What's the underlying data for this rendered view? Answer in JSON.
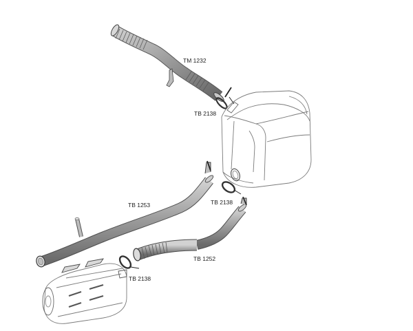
{
  "labels": {
    "tm1232": "TM 1232",
    "tb2138_top": "TB 2138",
    "tb1253": "TB 1253",
    "tb2138_mid": "TB 2138",
    "tb1252": "TB 1252",
    "tb2138_bottom": "TB 2138"
  },
  "colors": {
    "pipe_fill": "#9a9a9a",
    "pipe_shade": "#6f6f6f",
    "pipe_light": "#cfcfcf",
    "outline": "#3a3a3a",
    "housing_line": "#777777",
    "clamp": "#555555"
  }
}
